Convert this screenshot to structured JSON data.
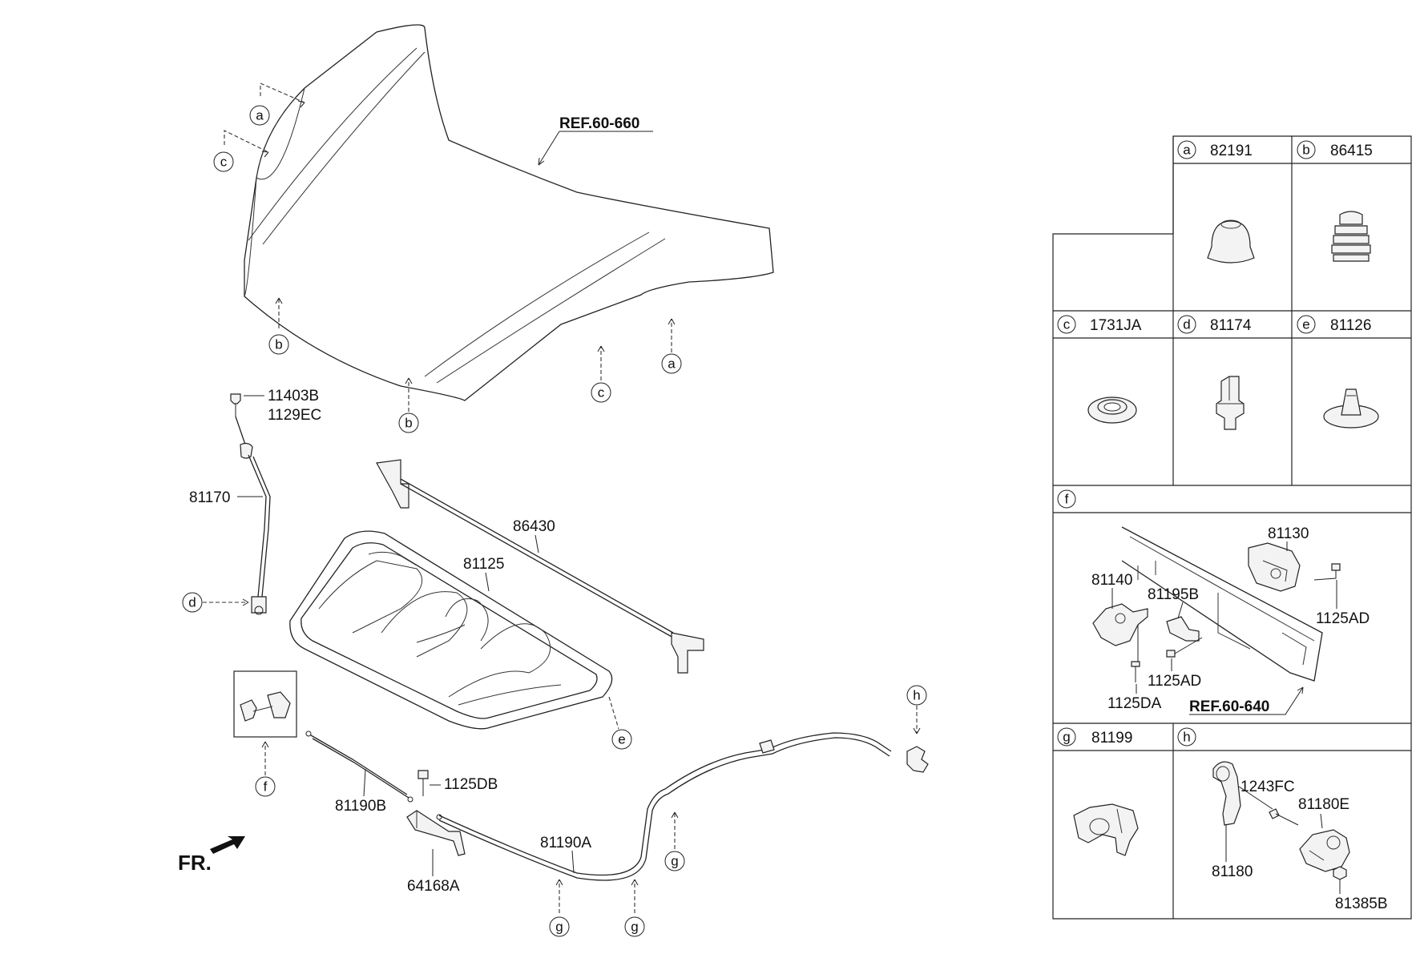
{
  "references": {
    "hood": "REF.60-660",
    "cowl": "REF.60-640"
  },
  "front_marker": "FR.",
  "callout_letters": {
    "a": "a",
    "b": "b",
    "c": "c",
    "d": "d",
    "e": "e",
    "f": "f",
    "g": "g",
    "h": "h"
  },
  "main_labels": {
    "p11403B": "11403B",
    "p1129EC": "1129EC",
    "p81170": "81170",
    "p86430": "86430",
    "p81125": "81125",
    "p1125DB": "1125DB",
    "p81190B": "81190B",
    "p81190A": "81190A",
    "p64168A": "64168A"
  },
  "table": {
    "cell_a": {
      "letter": "a",
      "part": "82191"
    },
    "cell_b": {
      "letter": "b",
      "part": "86415"
    },
    "cell_c": {
      "letter": "c",
      "part": "1731JA"
    },
    "cell_d": {
      "letter": "d",
      "part": "81174"
    },
    "cell_e": {
      "letter": "e",
      "part": "81126"
    },
    "cell_f": {
      "letter": "f",
      "labels": {
        "p81130": "81130",
        "p81140": "81140",
        "p81195B": "81195B",
        "p1125AD_1": "1125AD",
        "p1125AD_2": "1125AD",
        "p1125DA": "1125DA"
      }
    },
    "cell_g": {
      "letter": "g",
      "part": "81199"
    },
    "cell_h": {
      "letter": "h",
      "labels": {
        "p1243FC": "1243FC",
        "p81180E": "81180E",
        "p81180": "81180",
        "p81385B": "81385B"
      }
    }
  }
}
